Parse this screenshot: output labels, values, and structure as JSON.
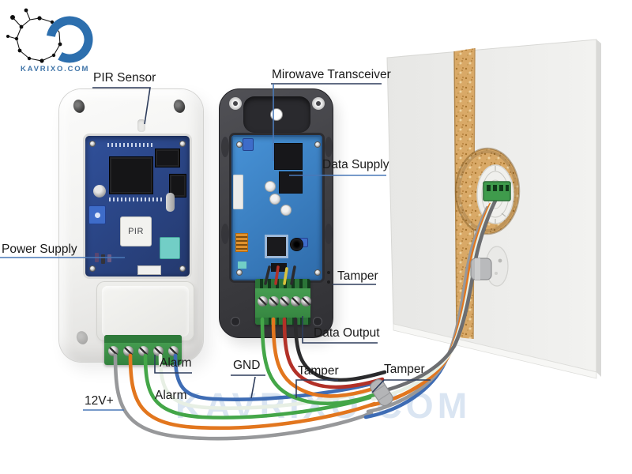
{
  "meta": {
    "site": "KAVRIXO.COM",
    "watermark": "KAVRIXO.COM"
  },
  "callouts": [
    {
      "id": "pir-sensor",
      "text": "PIR Sensor"
    },
    {
      "id": "mirowave-transceiver",
      "text": "Mirowave Transceiver"
    },
    {
      "id": "data-supply",
      "text": "Data Supply"
    },
    {
      "id": "power-supply",
      "text": "Power Supply"
    },
    {
      "id": "tamper-side",
      "text": "Tamper"
    },
    {
      "id": "data-output",
      "text": "Data Output"
    },
    {
      "id": "alarm-upper",
      "text": "Alarm"
    },
    {
      "id": "gnd",
      "text": "GND"
    },
    {
      "id": "tamper-wire",
      "text": "Tamper"
    },
    {
      "id": "tamper-bundle",
      "text": "Tamper"
    },
    {
      "id": "alarm-lower",
      "text": "Alarm"
    },
    {
      "id": "supply-12v",
      "text": "12V+"
    }
  ],
  "devices": {
    "pir_sensor": {
      "label": "PIR Sensor",
      "chip_text": "PIR"
    },
    "transceiver": {
      "label": "Mirowave Transceiver"
    }
  },
  "colors": {
    "label_text": "#1a1a1a",
    "leader_dark": "#2e3d5c",
    "leader_blue": "#4a79b8",
    "accent_blue": "#2d6fae",
    "watermark": "#7da5d2",
    "wire_gray": "#97989a",
    "wire_orange": "#e2761e",
    "wire_green": "#44a648",
    "wire_pale": "#e7efe4",
    "wire_blue": "#3e6cb4",
    "wire_red": "#b23128",
    "wire_black": "#2b2b2d",
    "wire_yellow": "#d9c23c",
    "terminal_green": "#3f9b4c",
    "pcb_navy": "#2a4480",
    "pcb_blue": "#3f8ace",
    "case_white": "#f2f2f0",
    "case_black": "#3f3f43",
    "wall_face": "#ededeb",
    "chipboard": "#d8a868",
    "teal": "#72cec6",
    "trimmer_blue": "#3e6cc9",
    "dip_orange": "#e0912c"
  }
}
